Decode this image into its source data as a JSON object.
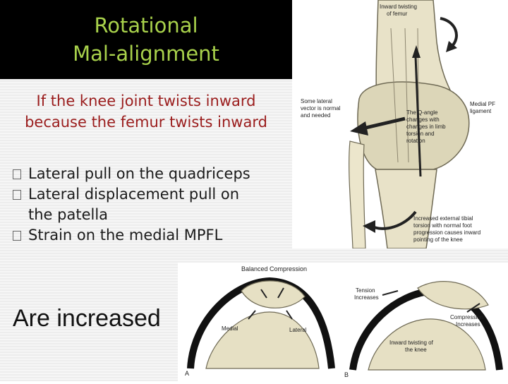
{
  "title": {
    "line1": "Rotational",
    "line2": "Mal-alignment"
  },
  "subtitle": {
    "line1": "If the knee joint twists inward",
    "line2": "because the femur twists inward"
  },
  "bullets": [
    {
      "line1": "Lateral  pull on the quadriceps",
      "line2": ""
    },
    {
      "line1": "Lateral displacement pull on",
      "line2": "the patella"
    },
    {
      "line1": "Strain on the medial MPFL",
      "line2": ""
    }
  ],
  "conclusion": "Are increased",
  "figure_top": {
    "label_inward_twisting_l1": "Inward twisting",
    "label_inward_twisting_l2": "of femur",
    "label_lateral_vector_l1": "Some lateral",
    "label_lateral_vector_l2": "vector is normal",
    "label_lateral_vector_l3": "and needed",
    "label_qangle_l1": "The Q-angle",
    "label_qangle_l2": "changes with",
    "label_qangle_l3": "changes in limb",
    "label_qangle_l4": "torsion and",
    "label_qangle_l5": "rotation",
    "label_medial_pf_l1": "Medial PF",
    "label_medial_pf_l2": "ligament",
    "label_external_tibial_l1": "Increased external tibial",
    "label_external_tibial_l2": "torsion with normal foot",
    "label_external_tibial_l3": "progression causes inward",
    "label_external_tibial_l4": "pointing of the knee"
  },
  "figure_bottom": {
    "title": "Balanced Compression",
    "label_medial": "Medial",
    "label_lateral": "Lateral",
    "label_tension_l1": "Tension",
    "label_tension_l2": "Increases",
    "label_compression_l1": "Compression",
    "label_compression_l2": "Increases",
    "label_inward_l1": "Inward twisting of",
    "label_inward_l2": "the knee",
    "panel_a": "A",
    "panel_b": "B"
  },
  "colors": {
    "title_bg": "#000000",
    "title_text": "#a8d14b",
    "subtitle_text": "#9a1c1c",
    "body_text": "#1a1a1a"
  }
}
